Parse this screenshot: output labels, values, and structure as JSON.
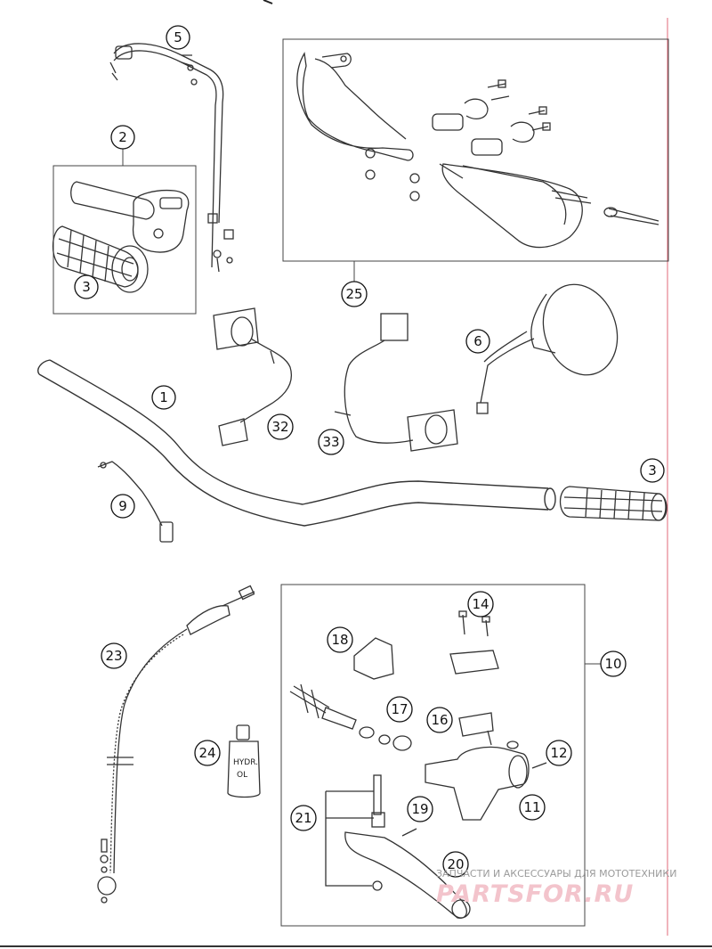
{
  "diagram": {
    "callouts": [
      "1",
      "2",
      "3",
      "3",
      "5",
      "6",
      "9",
      "10",
      "11",
      "12",
      "14",
      "16",
      "17",
      "18",
      "19",
      "20",
      "21",
      "23",
      "24",
      "25",
      "32",
      "33"
    ]
  },
  "bottle_label": {
    "line1": "HYDR.",
    "line2": "OL"
  },
  "watermark": {
    "tagline": "ЗАПЧАСТИ И АКСЕССУАРЫ ДЛЯ МОТОТЕХНИКИ",
    "brand": "PARTSFOR.RU"
  },
  "colors": {
    "line": "#333333",
    "accent": "#e8a0ae",
    "margin_line": "#e06a7a"
  }
}
